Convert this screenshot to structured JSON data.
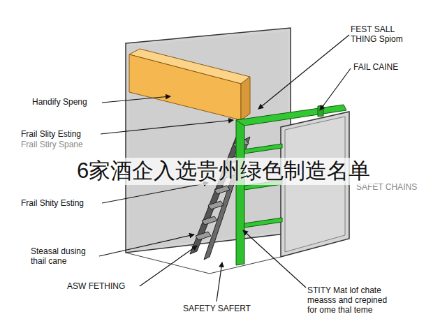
{
  "diagram": {
    "labels": [
      "FEST SALL THING Spiom",
      "FAIL CAINE",
      "Handify Speng",
      "Frail Slity Esting",
      "Frail Stiry Spane",
      "SAFET CHAINS",
      "Frail Shity Esting",
      "Steasal dusing thail cane",
      "ASW FETHING",
      "SAFETY SAFERT",
      "STITY Mat lof chate measss and crepined for ome thal teme",
      "6家酒企入选贵州绿色制造名单"
    ]
  }
}
